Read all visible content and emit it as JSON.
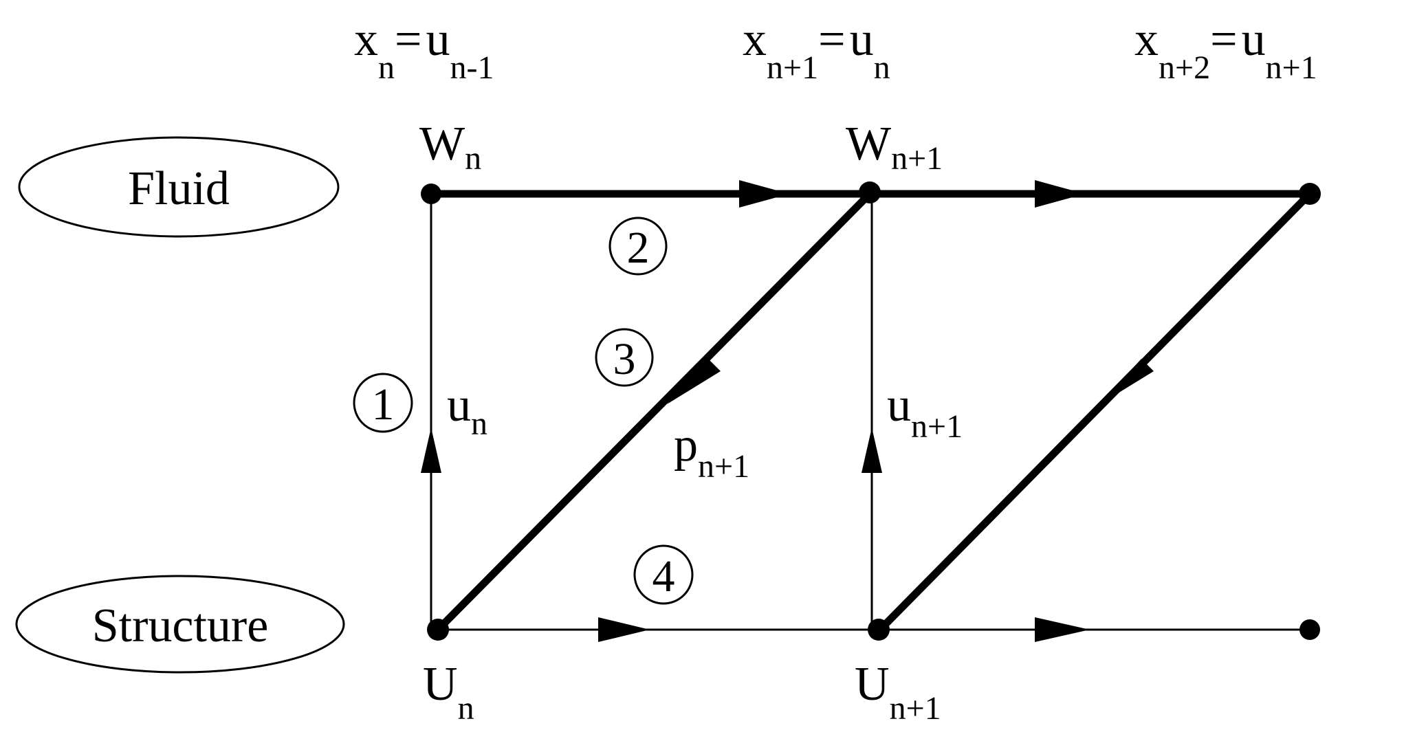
{
  "top_labels": [
    {
      "left_base": "x",
      "left_sub": "n",
      "eq": "=",
      "right_base": "u",
      "right_sub": "n-1"
    },
    {
      "left_base": "x",
      "left_sub": "n+1",
      "eq": "=",
      "right_base": "u",
      "right_sub": "n"
    },
    {
      "left_base": "x",
      "left_sub": "n+2",
      "eq": "=",
      "right_base": "u",
      "right_sub": "n+1"
    }
  ],
  "domains": {
    "fluid": "Fluid",
    "structure": "Structure"
  },
  "node_labels": {
    "w_n": {
      "base": "W",
      "sub": "n"
    },
    "w_n1": {
      "base": "W",
      "sub": "n+1"
    },
    "u_n": {
      "base": "U",
      "sub": "n"
    },
    "u_n1": {
      "base": "U",
      "sub": "n+1"
    }
  },
  "edge_labels": {
    "u_n": {
      "base": "u",
      "sub": "n"
    },
    "u_n1": {
      "base": "u",
      "sub": "n+1"
    },
    "p_n1": {
      "base": "p",
      "sub": "n+1"
    }
  },
  "steps": [
    "1",
    "2",
    "3",
    "4"
  ],
  "colors": {
    "ink": "#000000",
    "background": "#ffffff"
  }
}
